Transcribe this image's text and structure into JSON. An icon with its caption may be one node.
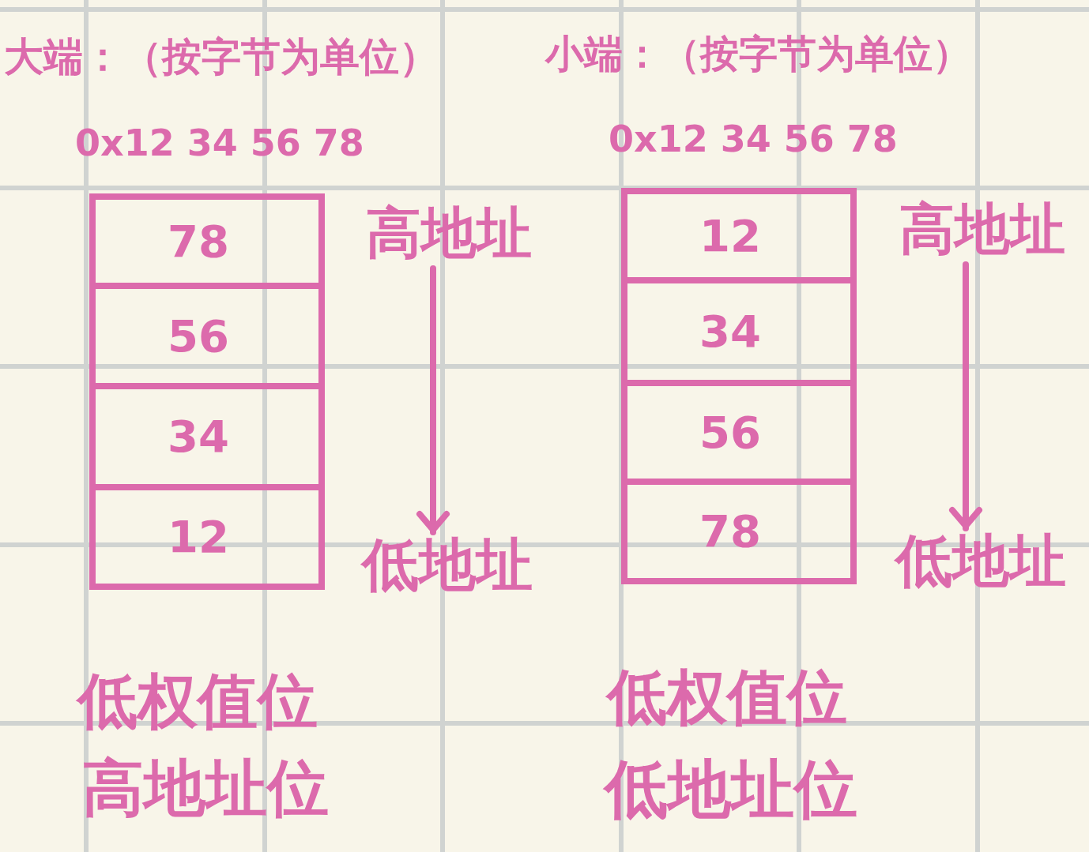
{
  "diagram": {
    "nodes": [
      {
        "text": [
          "78"
        ]
      },
      {
        "text": [
          "56"
        ]
      },
      {
        "text": [
          "34"
        ]
      },
      {
        "text": [
          "12"
        ]
      },
      {
        "text": [
          "高地址"
        ]
      },
      {
        "text": [
          "低地址"
        ]
      },
      {
        "text": [
          "12"
        ]
      },
      {
        "text": [
          "34"
        ]
      },
      {
        "text": [
          "56"
        ]
      },
      {
        "text": [
          "78"
        ]
      },
      {
        "text": [
          "高地址"
        ]
      },
      {
        "text": [
          "低地址"
        ]
      }
    ],
    "edges": [
      {
        "from": 4,
        "to": 5,
        "arrow": "to"
      },
      {
        "from": 10,
        "to": 11,
        "arrow": "to"
      }
    ],
    "labels": [
      "大端：（按字节为单位）",
      "小端：（按字节为单位）",
      "0x12 34 56 78",
      "0x12 34 56 78",
      "低权值位",
      "低权值位",
      "高地址位",
      "低地址位"
    ]
  }
}
